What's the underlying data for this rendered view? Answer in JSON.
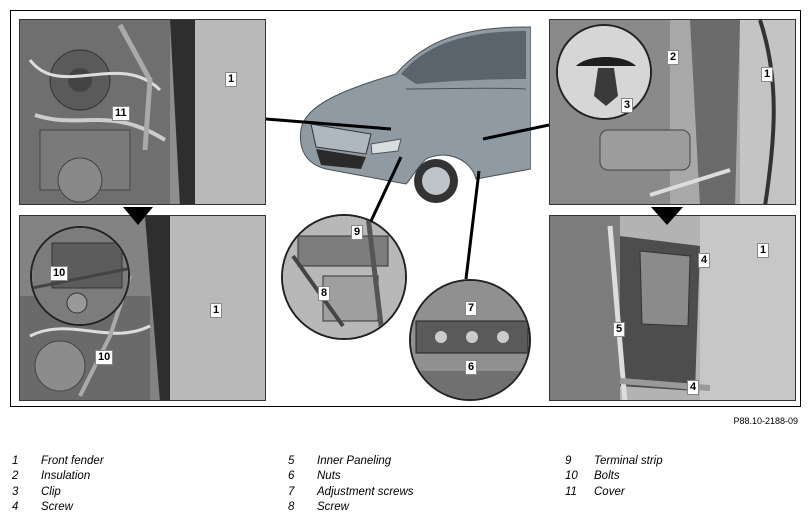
{
  "figure": {
    "reference_code": "P88.10-2188-09",
    "callouts": {
      "tl_1": "1",
      "tl_11": "11",
      "bl_10a": "10",
      "bl_1": "1",
      "bl_10b": "10",
      "c9": "9",
      "c8": "8",
      "c7": "7",
      "c6": "6",
      "tr_2": "2",
      "tr_1": "1",
      "tr_3": "3",
      "br_4a": "4",
      "br_1": "1",
      "br_5": "5",
      "br_4b": "4"
    }
  },
  "legend": [
    {
      "num": "1",
      "label": "Front fender"
    },
    {
      "num": "2",
      "label": "Insulation"
    },
    {
      "num": "3",
      "label": "Clip"
    },
    {
      "num": "4",
      "label": "Screw"
    },
    {
      "num": "5",
      "label": "Inner Paneling"
    },
    {
      "num": "6",
      "label": "Nuts"
    },
    {
      "num": "7",
      "label": "Adjustment screws"
    },
    {
      "num": "8",
      "label": "Screw"
    },
    {
      "num": "9",
      "label": "Terminal strip"
    },
    {
      "num": "10",
      "label": "Bolts"
    },
    {
      "num": "11",
      "label": "Cover"
    }
  ]
}
